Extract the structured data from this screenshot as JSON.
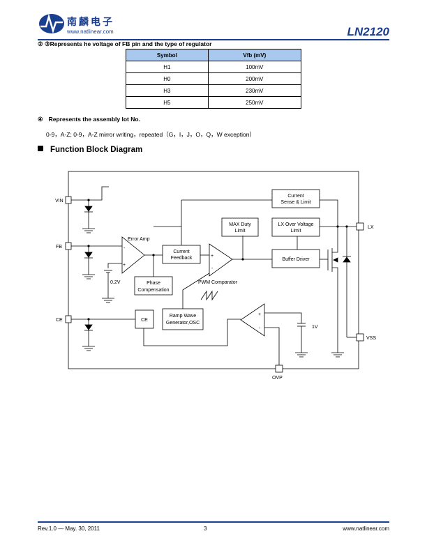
{
  "header": {
    "company_cn": "南麟电子",
    "website": "www.natlinear.com",
    "part_number": "LN2120"
  },
  "section_fb": {
    "title": "② ③Represents he voltage of FB pin and the type of regulator",
    "table": {
      "headers": [
        "Symbol",
        "Vfb (mV)"
      ],
      "rows": [
        [
          "H1",
          "100mV"
        ],
        [
          "H0",
          "200mV"
        ],
        [
          "H3",
          "230mV"
        ],
        [
          "H5",
          "250mV"
        ]
      ]
    }
  },
  "section_lot": {
    "num": "④",
    "title": "Represents the assembly lot No.",
    "text": "0-9，A-Z; 0-9，A-Z mirror writing，repeated（G，I，J，O，Q，W exception）"
  },
  "section_block": {
    "marker": "■",
    "title": "Function Block Diagram"
  },
  "diagram": {
    "pins": {
      "vin": "VIN",
      "fb": "FB",
      "ce": "CE",
      "lx": "LX",
      "vss": "VSS",
      "ovp": "OVP"
    },
    "blocks": {
      "current_sense_1": "Current",
      "current_sense_2": "Sense & Limit",
      "max_duty_1": "MAX Duty",
      "max_duty_2": "Limit",
      "lx_ov_1": "LX Over Voltage",
      "lx_ov_2": "Limit",
      "current_fb_1": "Current",
      "current_fb_2": "Feedback",
      "buffer_driver": "Buffer Driver",
      "phase_comp_1": "Phase",
      "phase_comp_2": "Compensation",
      "ce_block": "CE",
      "ramp_1": "Ramp Wave",
      "ramp_2": "Generator,OSC"
    },
    "labels": {
      "error_amp": "Error Amp",
      "pwm_comparator": "PWM Comparator",
      "ref_voltage": "0.2V",
      "ovp_ref": "1V",
      "plus": "+",
      "minus": "-"
    }
  },
  "footer": {
    "revision": "Rev.1.0 — May. 30, 2011",
    "page": "3",
    "website": "www.natlinear.com"
  }
}
